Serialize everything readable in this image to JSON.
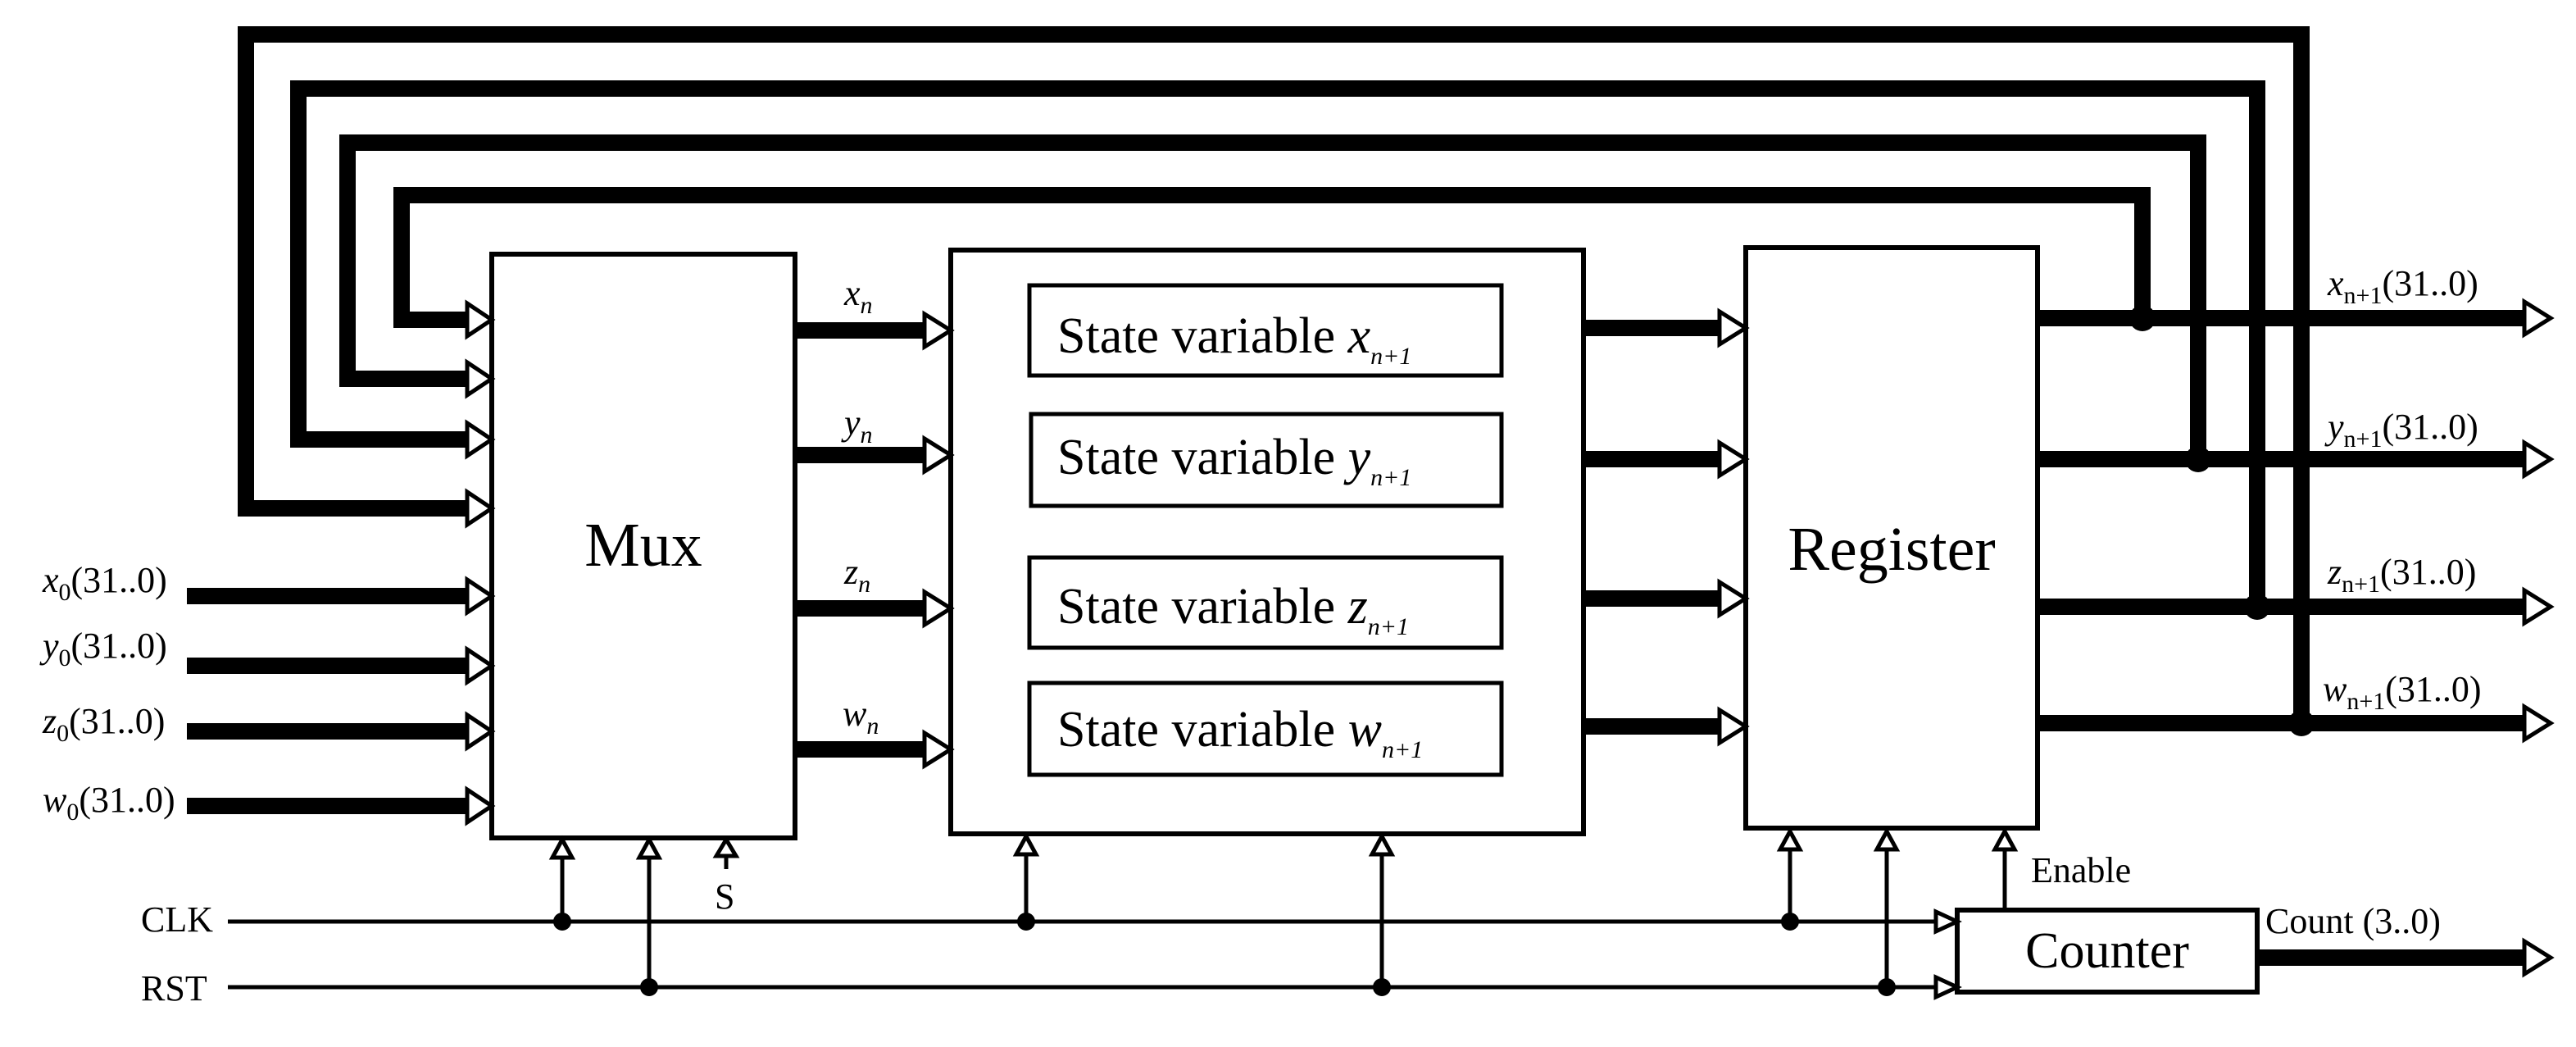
{
  "blocks": {
    "mux": "Mux",
    "register": "Register",
    "counter": "Counter",
    "state_prefix": "State variable"
  },
  "state_vars": [
    {
      "var": "x",
      "sub": "n+1"
    },
    {
      "var": "y",
      "sub": "n+1"
    },
    {
      "var": "z",
      "sub": "n+1"
    },
    {
      "var": "w",
      "sub": "n+1"
    }
  ],
  "mux_outputs": [
    {
      "var": "x",
      "sub": "n"
    },
    {
      "var": "y",
      "sub": "n"
    },
    {
      "var": "z",
      "sub": "n"
    },
    {
      "var": "w",
      "sub": "n"
    }
  ],
  "initial_inputs": [
    {
      "var": "x",
      "sub": "0",
      "range": "(31..0)"
    },
    {
      "var": "y",
      "sub": "0",
      "range": "(31..0)"
    },
    {
      "var": "z",
      "sub": "0",
      "range": "(31..0)"
    },
    {
      "var": "w",
      "sub": "0",
      "range": "(31..0)"
    }
  ],
  "outputs": [
    {
      "var": "x",
      "sub": "n+1",
      "range": "(31..0)"
    },
    {
      "var": "y",
      "sub": "n+1",
      "range": "(31..0)"
    },
    {
      "var": "z",
      "sub": "n+1",
      "range": "(31..0)"
    },
    {
      "var": "w",
      "sub": "n+1",
      "range": "(31..0)"
    }
  ],
  "control": {
    "clk": "CLK",
    "rst": "RST",
    "select": "S",
    "enable": "Enable",
    "count": "Count (3..0)"
  }
}
